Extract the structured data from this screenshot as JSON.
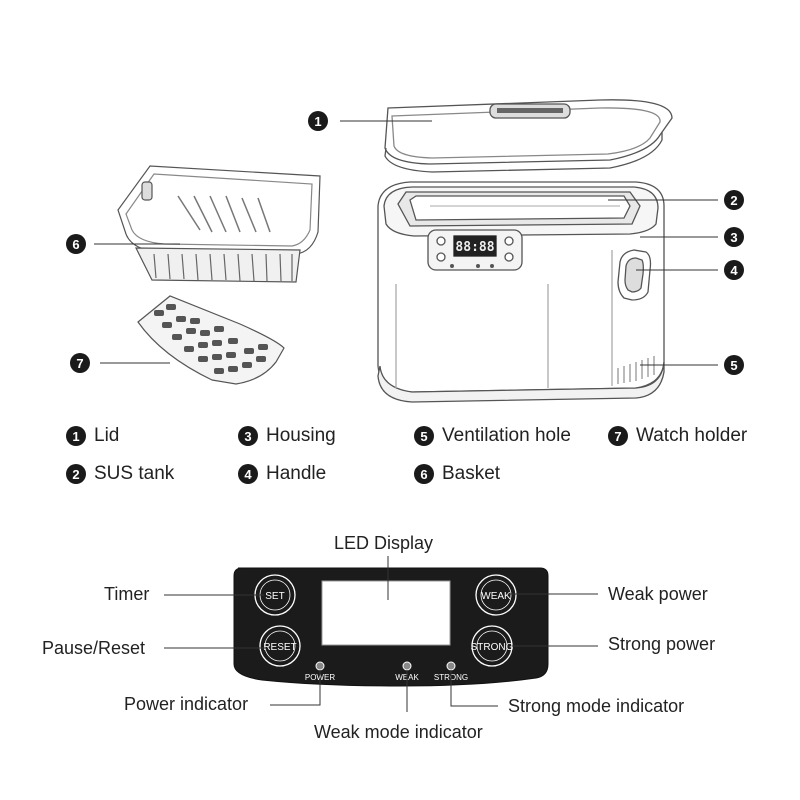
{
  "callouts": {
    "c1": "1",
    "c2": "2",
    "c3": "3",
    "c4": "4",
    "c5": "5",
    "c6": "6",
    "c7": "7"
  },
  "legend": [
    {
      "num": "1",
      "label": "Lid"
    },
    {
      "num": "2",
      "label": "SUS tank"
    },
    {
      "num": "3",
      "label": "Housing"
    },
    {
      "num": "4",
      "label": "Handle"
    },
    {
      "num": "5",
      "label": "Ventilation hole"
    },
    {
      "num": "6",
      "label": "Basket"
    },
    {
      "num": "7",
      "label": "Watch holder"
    }
  ],
  "panel": {
    "led_display": "LED Display",
    "timer": "Timer",
    "pause_reset": "Pause/Reset",
    "weak_power": "Weak power",
    "strong_power": "Strong power",
    "power_indicator": "Power indicator",
    "weak_mode_indicator": "Weak mode indicator",
    "strong_mode_indicator": "Strong mode indicator",
    "buttons": {
      "set": "SET",
      "reset": "RESET",
      "weak": "WEAK",
      "strong": "STRONG"
    },
    "indicators": {
      "power": "POWER",
      "weak": "WEAK",
      "strong": "STRONG"
    }
  },
  "device_display": "88:88",
  "colors": {
    "panel_bg": "#1b1b1b",
    "line": "#333333",
    "drawing": "#555555"
  }
}
